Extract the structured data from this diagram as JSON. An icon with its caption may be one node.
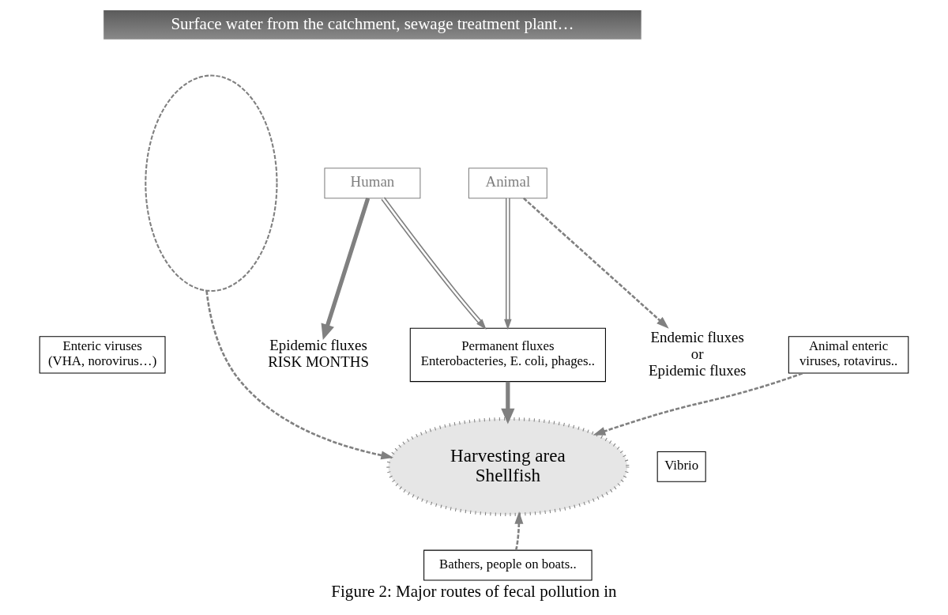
{
  "diagram": {
    "caption": "Figure 2: Major routes of fecal pollution in",
    "nodes": [
      {
        "text": [
          "Surface water from the catchment, sewage treatment plant…"
        ]
      },
      {
        "text": [],
        "shape": "ellipse"
      },
      {
        "text": [
          "Human"
        ]
      },
      {
        "text": [
          "Epidemic fluxes",
          "RISK MONTHS"
        ]
      },
      {
        "text": [
          "Enteric viruses (VHA, norovirus…)"
        ]
      },
      {
        "text": [
          "Permanent fluxes",
          "Enterobacteries, E. coli, phages.."
        ]
      },
      {
        "text": [
          "Animal"
        ]
      },
      {
        "text": [
          "Endemic fluxes",
          "or",
          "Epidemic fluxes"
        ]
      },
      {
        "text": [
          "Animal enteric viruses, rotavirus.."
        ]
      },
      {
        "text": [
          "Harvesting area",
          "Shellfish"
        ]
      },
      {
        "text": [
          "Vibrio"
        ]
      },
      {
        "text": [
          "Bathers, people on boats.."
        ]
      }
    ],
    "edges": [
      {
        "from": 2,
        "to": 3,
        "arrow": "to",
        "style": "thick"
      },
      {
        "from": 2,
        "to": 5,
        "arrow": "to"
      },
      {
        "from": 6,
        "to": 5,
        "arrow": "to"
      },
      {
        "from": 6,
        "to": 7,
        "arrow": "to",
        "style": "dashed"
      },
      {
        "from": 5,
        "to": 9,
        "arrow": "to",
        "style": "thick"
      },
      {
        "from": 1,
        "to": 9,
        "arrow": "to",
        "style": "dashed"
      },
      {
        "from": 8,
        "to": 9,
        "arrow": "to",
        "style": "dashed"
      },
      {
        "from": 11,
        "to": 9,
        "arrow": "to",
        "style": "dashed"
      }
    ]
  }
}
